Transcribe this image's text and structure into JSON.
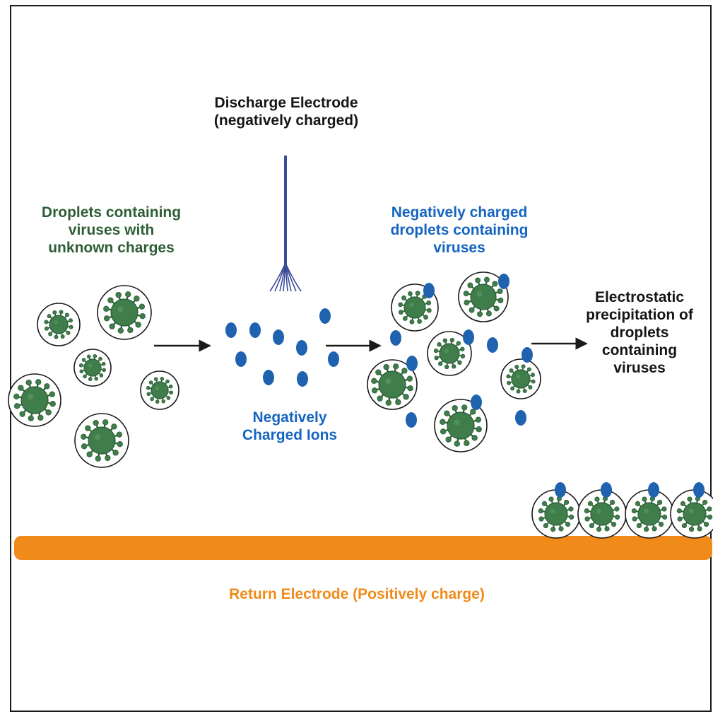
{
  "labels": {
    "discharge_electrode": "Discharge Electrode\n(negatively charged)",
    "droplets": "Droplets containing\nviruses with\nunknown charges",
    "negatively_charged_droplets": "Negatively charged\ndroplets containing\nviruses",
    "ions": "Negatively\nCharged Ions",
    "precipitation": "Electrostatic\nprecipitation of\ndroplets\ncontaining\nviruses",
    "return_electrode": "Return Electrode (Positively charge)"
  },
  "colors": {
    "virus": "#3f7d4b",
    "virus_dark": "#2b5c35",
    "ion": "#1f62b0",
    "electrode": "#3a4a9a",
    "return_electrode": "#f08a18",
    "arrow": "#1a1a1a"
  }
}
